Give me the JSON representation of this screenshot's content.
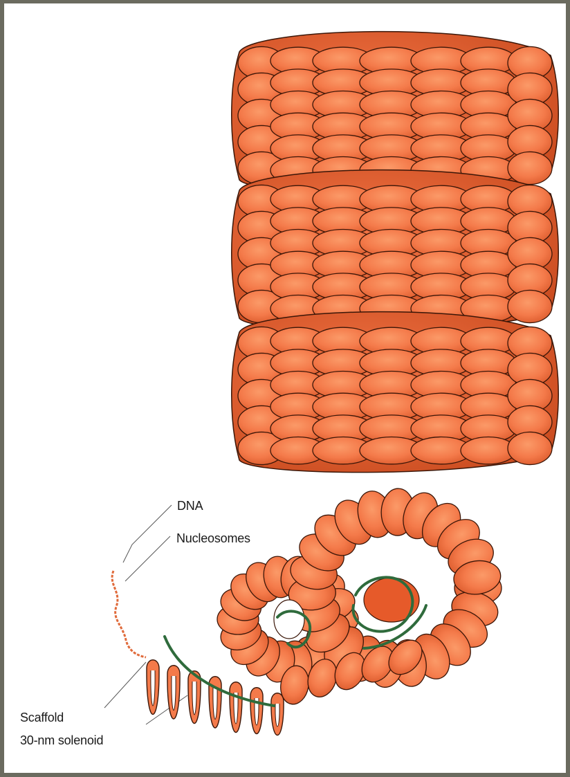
{
  "labels": {
    "dna": "DNA",
    "nucleosomes": "Nucleosomes",
    "scaffold": "Scaffold",
    "solenoid": "30-nm solenoid"
  },
  "colors": {
    "frame": "#6b6b5f",
    "background": "#ffffff",
    "bead_fill": "#f47a4a",
    "bead_highlight": "#f9945f",
    "bead_shadow": "#d24e22",
    "bead_outline": "#3a1608",
    "scaffold": "#2f6b3c",
    "leader_lines": "#555555"
  }
}
